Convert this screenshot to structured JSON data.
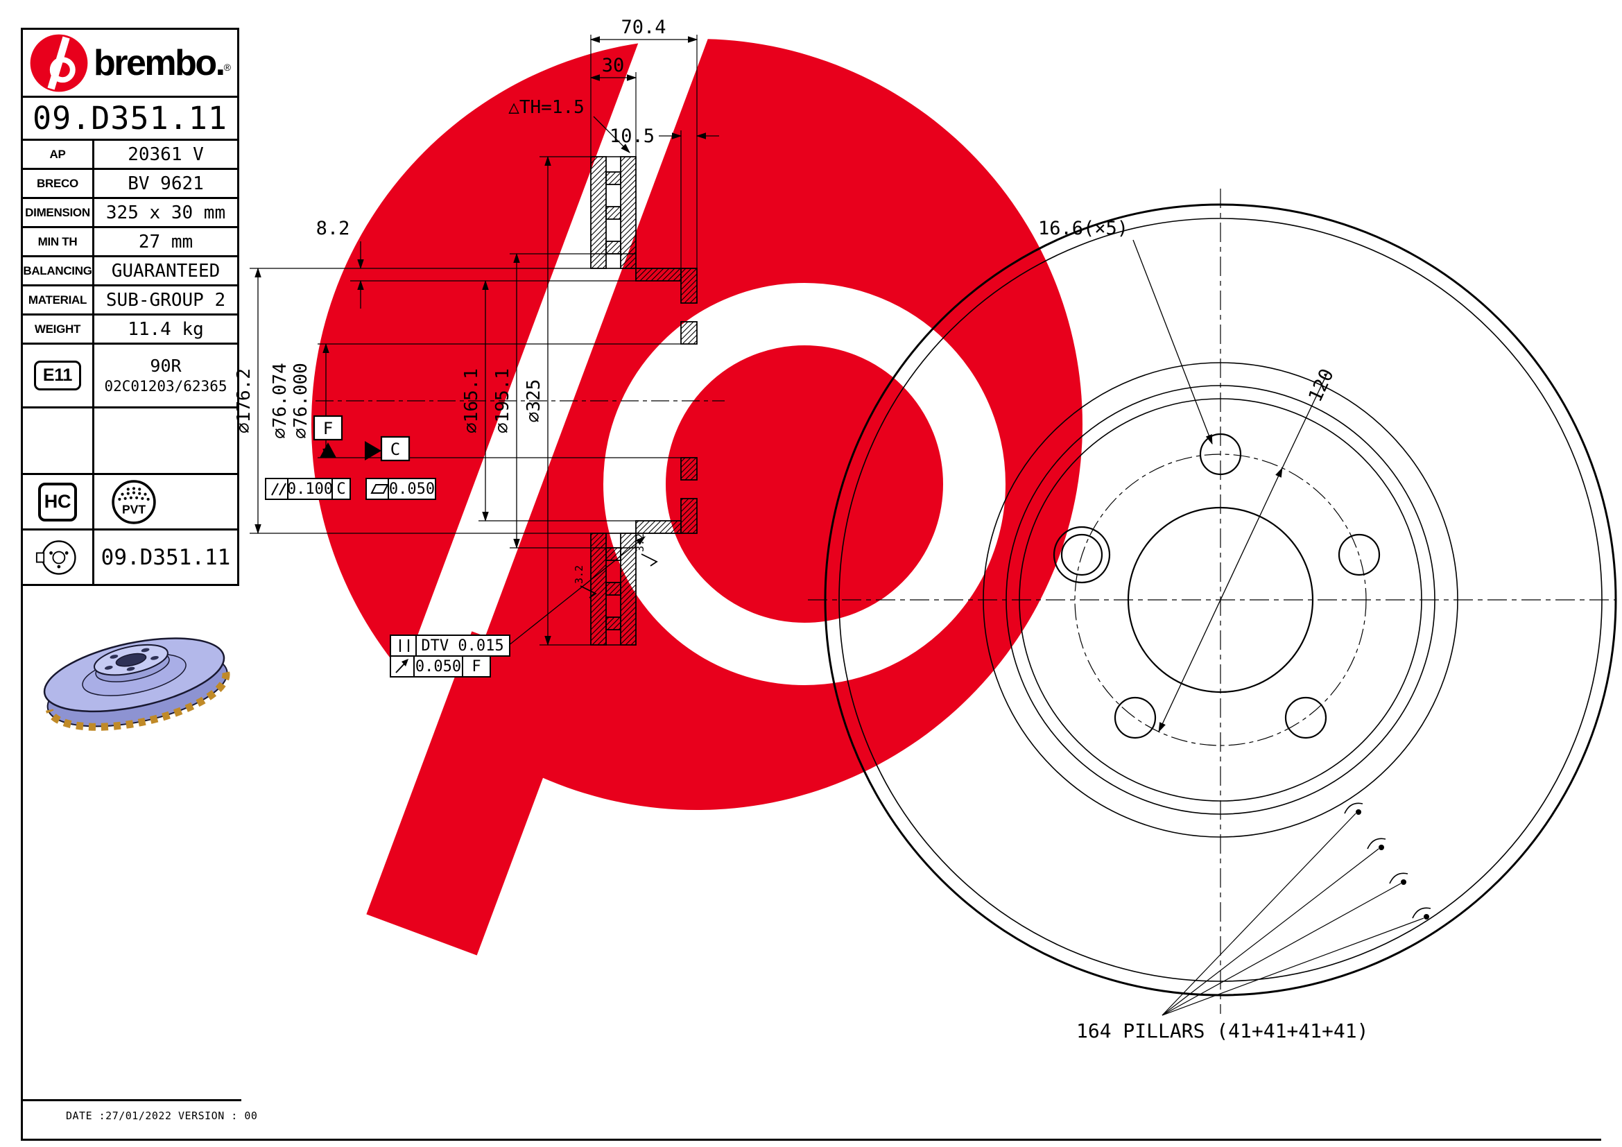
{
  "brand": {
    "wordmark": "brembo.",
    "registered": "®"
  },
  "part_number": "09.D351.11",
  "specs": [
    {
      "label": "AP",
      "value": "20361 V"
    },
    {
      "label": "BRECO",
      "value": "BV 9621"
    },
    {
      "label": "DIMENSION",
      "value": "325 x 30 mm"
    },
    {
      "label": "MIN TH",
      "value": "27 mm"
    },
    {
      "label": "BALANCING",
      "value": "GUARANTEED"
    },
    {
      "label": "MATERIAL",
      "value": "SUB-GROUP 2"
    },
    {
      "label": "WEIGHT",
      "value": "11.4 kg"
    }
  ],
  "approval": {
    "badge": "E11",
    "line1": "90R",
    "line2": "02C01203/62365"
  },
  "badges": {
    "hc": "HC",
    "pvt": "PVT"
  },
  "footer": {
    "text": "DATE :27/01/2022 VERSION : 00"
  },
  "section": {
    "width_total": "70.4",
    "thickness": "30",
    "th_note": "△TH=1.5",
    "flange_thickness": "10.5",
    "wall_thickness": "8.2",
    "dia_hat": "⌀176.2",
    "dia_bore_max": "⌀76.074",
    "dia_bore_min": "⌀76.000",
    "dia_skirt_inner": "⌀165.1",
    "dia_friction_inner": "⌀195.1",
    "dia_outer": "⌀325",
    "datum_f": "F",
    "datum_c": "C",
    "parallelism": "0.100",
    "parallelism_datum": "C",
    "flatness": "0.050",
    "dtv": "DTV 0.015",
    "runout": "0.050",
    "runout_datum": "F",
    "roughness": "3.2"
  },
  "front": {
    "bolt_holes": "16.6(×5)",
    "bolt_circle": "120",
    "pillars": "164 PILLARS (41+41+41+41)"
  },
  "colors": {
    "brand_red": "#e8001c",
    "disc_lavender": "#b3b8ea",
    "vent_gold": "#c08a28"
  }
}
